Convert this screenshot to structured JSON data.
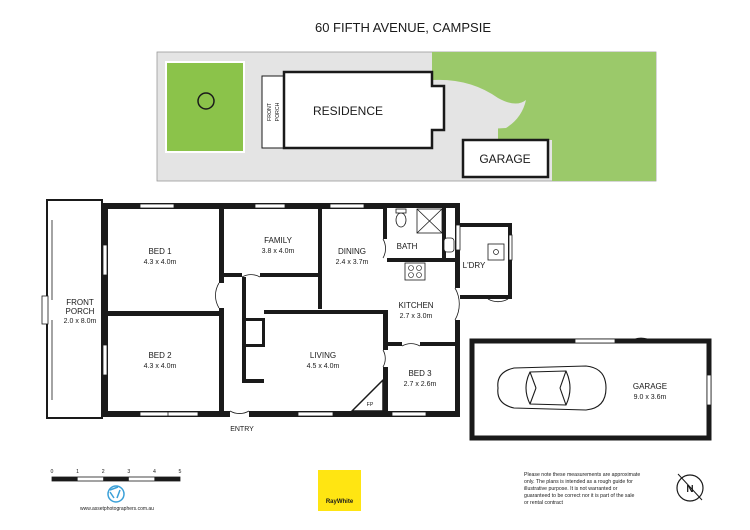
{
  "title": "60 FIFTH AVENUE, CAMPSIE",
  "site_plan": {
    "residence": "RESIDENCE",
    "front_porch_line1": "FRONT",
    "front_porch_line2": "PORCH",
    "garage": "GARAGE",
    "colors": {
      "lawn": "#9bc96a",
      "pool": "#8bc34a",
      "paving": "#e4e4e4"
    }
  },
  "rooms": {
    "bed1": {
      "name": "BED 1",
      "size": "4.3 x 4.0m"
    },
    "family": {
      "name": "FAMILY",
      "size": "3.8 x 4.0m"
    },
    "dining": {
      "name": "DINING",
      "size": "2.4 x 3.7m"
    },
    "bath": {
      "name": "BATH"
    },
    "ldry": {
      "name": "L'DRY"
    },
    "porch": {
      "name_line1": "FRONT",
      "name_line2": "PORCH",
      "size": "2.0 x 8.0m"
    },
    "kitchen": {
      "name": "KITCHEN",
      "size": "2.7 x 3.0m"
    },
    "bed2": {
      "name": "BED 2",
      "size": "4.3 x 4.0m"
    },
    "living": {
      "name": "LIVING",
      "size": "4.5 x 4.0m"
    },
    "bed3": {
      "name": "BED 3",
      "size": "2.7 x 2.6m"
    },
    "garage": {
      "name": "GARAGE",
      "size": "9.0 x 3.6m"
    },
    "fp": "FP",
    "entry": "ENTRY"
  },
  "scale_bar": {
    "ticks": [
      "0",
      "1",
      "2",
      "3",
      "4",
      "5"
    ]
  },
  "photographer": {
    "url": "www.assetphotographers.com.au"
  },
  "agency_logo": {
    "text": "RayWhite",
    "color": "#ffe512"
  },
  "disclaimer": [
    "Please note these measurements are approximate",
    "only. The plans is intended as a rough guide for",
    "illustrative purpose. It is not warranted or",
    "guaranteed to be correct nor it is part of the sale",
    "or rental contract"
  ],
  "compass": {
    "label": "N"
  }
}
